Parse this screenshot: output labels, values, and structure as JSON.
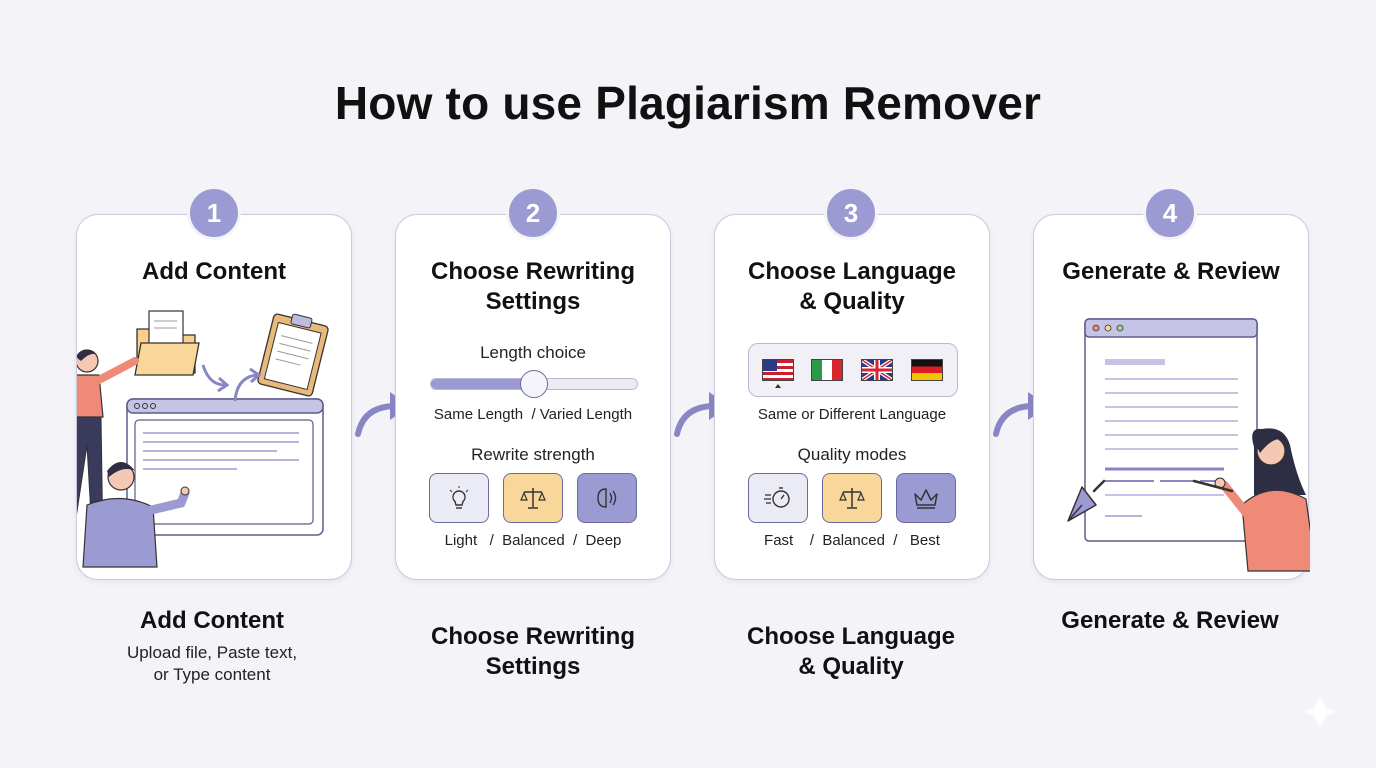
{
  "title": "How to use Plagiarism Remover",
  "steps": [
    {
      "number": "1",
      "title": "Add Content",
      "caption_title": "Add Content",
      "caption_sub_1": "Upload file, Paste text,",
      "caption_sub_2": "or Type content"
    },
    {
      "number": "2",
      "title_line1": "Choose Rewriting",
      "title_line2": "Settings",
      "length_label": "Length choice",
      "length_options": "Same Length  / Varied Length",
      "length_value": 0.5,
      "strength_label": "Rewrite strength",
      "strength_options": "Light   /  Balanced  /  Deep",
      "caption_line1": "Choose Rewriting",
      "caption_line2": "Settings"
    },
    {
      "number": "3",
      "title_line1": "Choose Language",
      "title_line2": "& Quality",
      "language_label": "Same or Different Language",
      "quality_label": "Quality modes",
      "quality_options": "Fast    /  Balanced  /   Best",
      "caption_line1": "Choose Language",
      "caption_line2": "& Quality"
    },
    {
      "number": "4",
      "title": "Generate & Review",
      "caption_title": "Generate & Review"
    }
  ],
  "colors": {
    "accent": "#9c9ad3",
    "tile_orange": "#f9d69a",
    "tile_light": "#ebebf5",
    "person_shirt": "#ef8a78"
  },
  "icons": [
    "bulb-icon",
    "scale-icon",
    "brain-icon",
    "stopwatch-icon",
    "scale-icon",
    "crown-icon"
  ]
}
